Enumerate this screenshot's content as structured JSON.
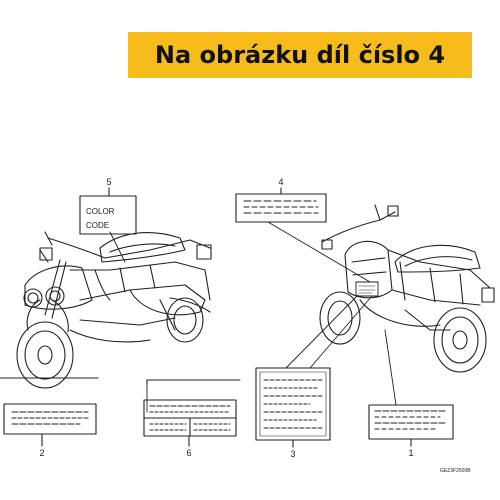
{
  "banner": {
    "text": "Na obrázku díl číslo 4",
    "color": "#f5bc1c"
  },
  "labels": {
    "callout_1": "1",
    "callout_2": "2",
    "callout_3": "3",
    "callout_4": "4",
    "callout_5": "5",
    "callout_6": "6",
    "color_label_line1": "COLOR",
    "color_label_line2": "CODE",
    "diagram_code": "GEZ3F2500B"
  }
}
